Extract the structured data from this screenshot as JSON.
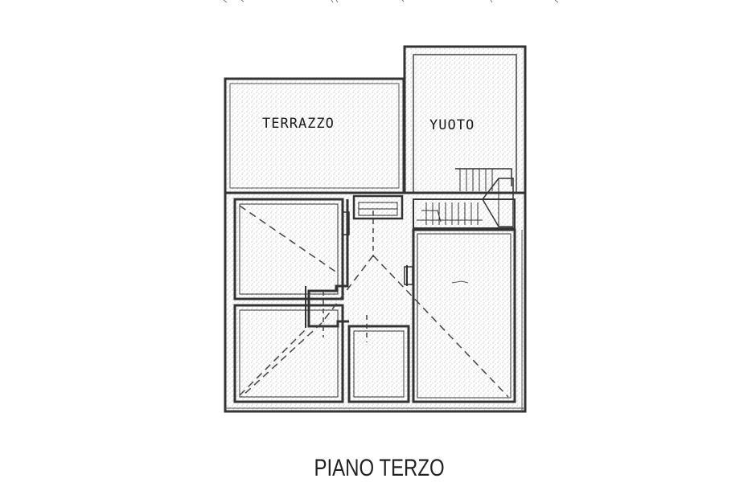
{
  "plan": {
    "title": "PIANO TERZO",
    "rooms": {
      "terrace": "TERRAZZO",
      "void": "YUOTO"
    },
    "colors": {
      "wall": "#333333",
      "stipple": "#9a9a9a",
      "background": "#ffffff"
    }
  }
}
